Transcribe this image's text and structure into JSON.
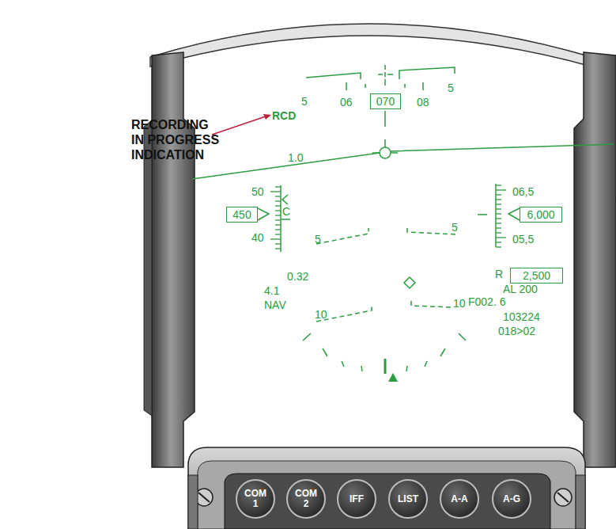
{
  "diagram": {
    "nodes": [
      {
        "text": [
          "070"
        ]
      },
      {
        "text": [
          "450"
        ]
      },
      {
        "text": [
          "6,000"
        ]
      },
      {
        "text": [
          "2,500"
        ]
      },
      {
        "text": [
          "COM 1"
        ]
      },
      {
        "text": [
          "COM 2"
        ]
      },
      {
        "text": [
          "IFF"
        ]
      },
      {
        "text": [
          "LIST"
        ]
      },
      {
        "text": [
          "A-A"
        ]
      },
      {
        "text": [
          "A-G"
        ]
      }
    ],
    "labels": [
      "RECORDING IN PROGRESS INDICATION",
      "RCD",
      "5",
      "06",
      "08",
      "5",
      "1.0",
      "50",
      "C",
      "40",
      "06,5",
      "05,5",
      "5",
      "5",
      "0.32",
      "4.1",
      "NAV",
      "R",
      "AL 200",
      "10",
      "F002. 6",
      "103224",
      "018>02",
      "10"
    ]
  }
}
